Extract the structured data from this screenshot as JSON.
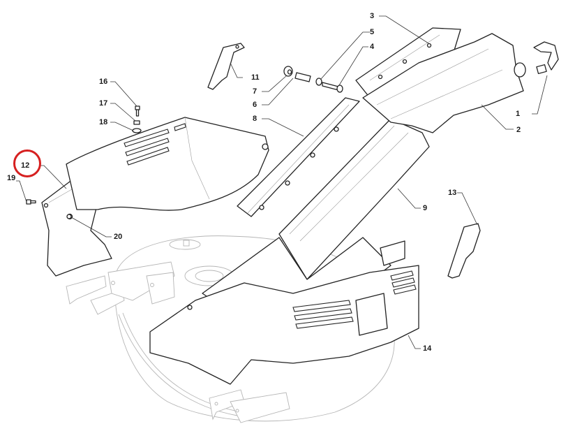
{
  "diagram": {
    "type": "exploded parts diagram",
    "subject": "mower deck cutting-chute / grass conveyor assembly",
    "highlighted_part": "12",
    "highlight_color": "#d62020",
    "line_color": "#222222",
    "ghost_line_color": "#b5b5b5"
  },
  "labels": [
    {
      "id": "1",
      "text": "1"
    },
    {
      "id": "2",
      "text": "2"
    },
    {
      "id": "3",
      "text": "3"
    },
    {
      "id": "4",
      "text": "4"
    },
    {
      "id": "5",
      "text": "5"
    },
    {
      "id": "6",
      "text": "6"
    },
    {
      "id": "7",
      "text": "7"
    },
    {
      "id": "8",
      "text": "8"
    },
    {
      "id": "9",
      "text": "9"
    },
    {
      "id": "11",
      "text": "11"
    },
    {
      "id": "12",
      "text": "12"
    },
    {
      "id": "13",
      "text": "13"
    },
    {
      "id": "14",
      "text": "14"
    },
    {
      "id": "16",
      "text": "16"
    },
    {
      "id": "17",
      "text": "17"
    },
    {
      "id": "18",
      "text": "18"
    },
    {
      "id": "19",
      "text": "19"
    },
    {
      "id": "20",
      "text": "20"
    }
  ]
}
